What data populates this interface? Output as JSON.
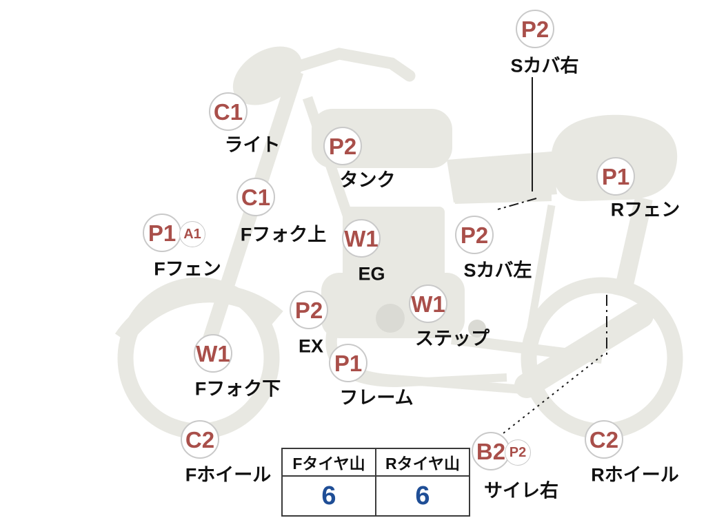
{
  "markers": [
    {
      "code": "C1",
      "label": "ライト",
      "part": "headlight"
    },
    {
      "code": "P2",
      "label": "タンク",
      "part": "tank"
    },
    {
      "code": "P2",
      "label": "Sカバ右",
      "part": "side-cover-right"
    },
    {
      "code": "C1",
      "label": "Fフォク上",
      "part": "front-fork-upper"
    },
    {
      "code": "P1",
      "sub": "A1",
      "label": "Fフェン",
      "part": "front-fender"
    },
    {
      "code": "W1",
      "label": "EG",
      "part": "engine"
    },
    {
      "code": "P2",
      "label": "Sカバ左",
      "part": "side-cover-left"
    },
    {
      "code": "P1",
      "label": "Rフェン",
      "part": "rear-fender"
    },
    {
      "code": "P2",
      "label": "EX",
      "part": "exhaust"
    },
    {
      "code": "W1",
      "label": "ステップ",
      "part": "step"
    },
    {
      "code": "W1",
      "label": "Fフォク下",
      "part": "front-fork-lower"
    },
    {
      "code": "P1",
      "label": "フレーム",
      "part": "frame"
    },
    {
      "code": "C2",
      "label": "Fホイール",
      "part": "front-wheel"
    },
    {
      "code": "C2",
      "label": "Rホイール",
      "part": "rear-wheel"
    },
    {
      "code": "B2",
      "sub": "P2",
      "label": "サイレ右",
      "part": "silencer-right"
    }
  ],
  "tire_table": {
    "front_header": "Fタイヤ山",
    "rear_header": "Rタイヤ山",
    "front_value": "6",
    "rear_value": "6"
  },
  "colors": {
    "code_text": "#a94f4a",
    "value_text": "#1f4e96",
    "bike_fill": "#e8e8e2"
  }
}
